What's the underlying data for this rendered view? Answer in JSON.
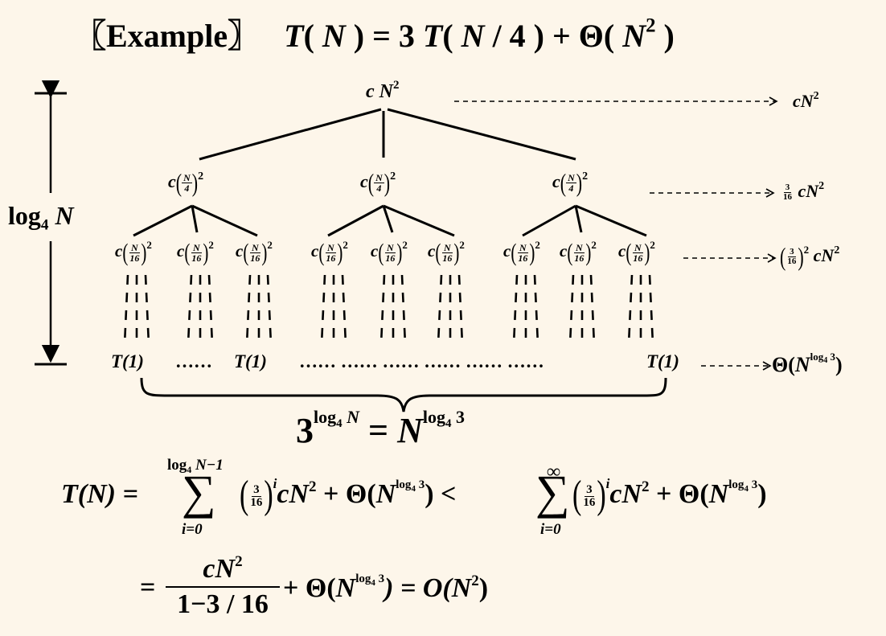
{
  "title": {
    "bracket_label": "〖Example〗",
    "T": "T",
    "open": "(",
    "N": "N",
    "close_eq": ") = 3 ",
    "T2": "T",
    "open2": "( ",
    "N2": "N",
    "div4": " / 4 ) + Θ( ",
    "N3": "N",
    "sq": "2",
    "close3": " )"
  },
  "depth_label": {
    "log": "log",
    "base": "4",
    "N": "N"
  },
  "root": {
    "c": "c",
    "N": "N",
    "exp": "2"
  },
  "level1": {
    "c": "c",
    "num": "N",
    "den": "4",
    "exp": "2"
  },
  "level2": {
    "c": "c",
    "num": "N",
    "den": "16",
    "exp": "2"
  },
  "leaves": {
    "label": "T(1)",
    "dots": "……",
    "long_dots": "…… …… …… …… …… ……"
  },
  "level_costs": {
    "root": {
      "c": "cN",
      "exp": "2"
    },
    "level1": {
      "num": "3",
      "den": "16",
      "c": "cN",
      "exp": "2"
    },
    "level2": {
      "num": "3",
      "den": "16",
      "outer_exp": "2",
      "c": "cN",
      "exp": "2"
    },
    "leaves": {
      "theta": "Θ(",
      "N": "N",
      "exp_log": "log",
      "exp_base": "4",
      "exp_arg": "3",
      "close": ")"
    }
  },
  "leaf_count": {
    "base": "3",
    "exp_log": "log",
    "exp_base": "4",
    "exp_N": "N",
    "eq": " = ",
    "N": "N",
    "exp2_log": "log",
    "exp2_base": "4",
    "exp2_arg": "3"
  },
  "sum_equation": {
    "lhs": "T(N) =",
    "sum1_upper_log": "log",
    "sum1_upper_base": "4",
    "sum1_upper_rest": "N−1",
    "sum_symbol": "∑",
    "sum1_lower": "i=0",
    "frac_num": "3",
    "frac_den": "16",
    "exp_i": "i",
    "cN": "cN",
    "exp2": "2",
    "plus_theta": " + Θ(",
    "N": "N",
    "exp_log": "log",
    "exp_base": "4",
    "exp_arg": "3",
    "close_lt": ") <",
    "sum2_upper": "∞",
    "sum2_lower": "i=0",
    "close": ")"
  },
  "result_equation": {
    "eq": "=",
    "num": "cN",
    "num_exp": "2",
    "den": "1−3 / 16",
    "plus_theta": "+ Θ(",
    "N": "N",
    "exp_log": "log",
    "exp_base": "4",
    "exp_arg": "3",
    "eq_O": ") = O(N",
    "O_exp": "2",
    "close": ")"
  }
}
